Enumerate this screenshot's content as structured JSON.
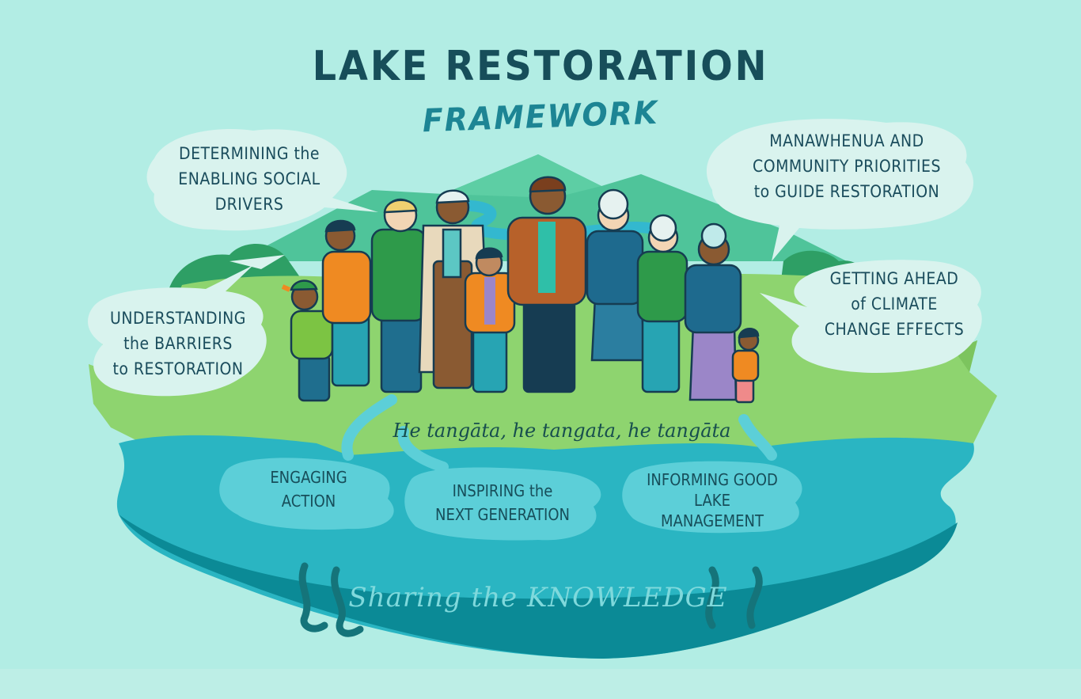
{
  "title": {
    "main": "LAKE RESTORATION",
    "sub": "FRAMEWORK"
  },
  "bubbles": {
    "top_left": {
      "lines": [
        "DETERMINING the",
        "ENABLING SOCIAL",
        "DRIVERS"
      ]
    },
    "top_right": {
      "lines": [
        "MANAWHENUA AND",
        "COMMUNITY PRIORITIES",
        "to GUIDE RESTORATION"
      ]
    },
    "mid_left": {
      "lines": [
        "UNDERSTANDING",
        "the BARRIERS",
        "to RESTORATION"
      ]
    },
    "mid_right": {
      "lines": [
        "GETTING AHEAD",
        "of CLIMATE",
        "CHANGE EFFECTS"
      ]
    }
  },
  "motto": "He tangāta, he tangata, he tangāta",
  "lake_pools": {
    "left": {
      "lines": [
        "ENGAGING",
        "ACTION"
      ]
    },
    "center": {
      "lines": [
        "INSPIRING the",
        "NEXT GENERATION"
      ]
    },
    "right": {
      "lines": [
        "INFORMING GOOD",
        "LAKE",
        "MANAGEMENT"
      ]
    }
  },
  "footer": "Sharing the KNOWLEDGE",
  "colors": {
    "background": "#b2ede4",
    "title_dark": "#174e5a",
    "title_accent": "#1d8594",
    "mountain": "#4fc49a",
    "grass": "#8ed46f",
    "lake_surface": "#2ab5c2",
    "pool": "#5ccfd8",
    "lake_deep": "#0b8a96",
    "bubble": "#d9f3ee",
    "footer_text": "#7fd9dc"
  },
  "people": [
    {
      "role": "child-cap",
      "top": "#7cc443",
      "bottom": "#1f6e8e"
    },
    {
      "role": "teen",
      "top": "#ef8a22",
      "bottom": "#27a4b3"
    },
    {
      "role": "man-plaid",
      "top": "#2e9a4a",
      "bottom": "#1f6e8e"
    },
    {
      "role": "elder-cloak",
      "top": "#8a5a32",
      "bottom": "#8a5a32"
    },
    {
      "role": "child-jacket",
      "top": "#ef8a22",
      "bottom": "#27a4b3"
    },
    {
      "role": "man-brown-jacket",
      "top": "#b7612a",
      "bottom": "#163c52"
    },
    {
      "role": "elder-woman-suit",
      "top": "#1e6a8e",
      "bottom": "#2b7ea0"
    },
    {
      "role": "elder-man-green",
      "top": "#2e9a4a",
      "bottom": "#27a4b3"
    },
    {
      "role": "elder-woman-purple",
      "top": "#1e6a8e",
      "bottom": "#9b86c8"
    },
    {
      "role": "toddler",
      "top": "#ef8a22",
      "bottom": "#ef8a8a"
    }
  ]
}
